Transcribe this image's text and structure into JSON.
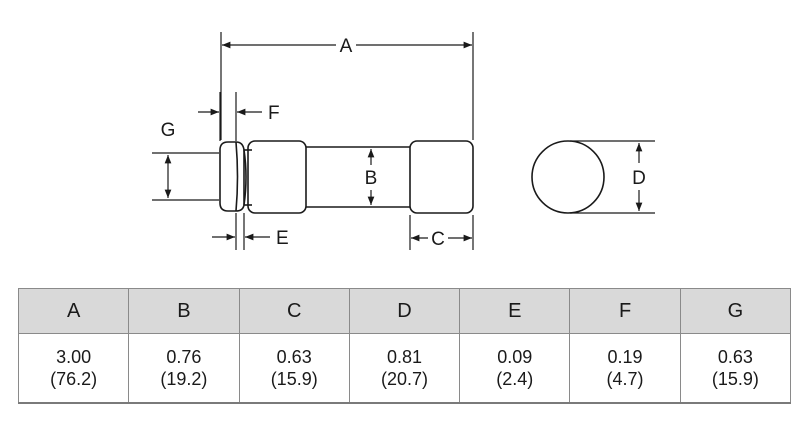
{
  "diagram": {
    "labels": {
      "A": "A",
      "B": "B",
      "C": "C",
      "D": "D",
      "E": "E",
      "F": "F",
      "G": "G"
    }
  },
  "table": {
    "columns": [
      "A",
      "B",
      "C",
      "D",
      "E",
      "F",
      "G"
    ],
    "inches": [
      "3.00",
      "0.76",
      "0.63",
      "0.81",
      "0.09",
      "0.19",
      "0.63"
    ],
    "millimeters": [
      "(76.2)",
      "(19.2)",
      "(15.9)",
      "(20.7)",
      "(2.4)",
      "(4.7)",
      "(15.9)"
    ]
  }
}
